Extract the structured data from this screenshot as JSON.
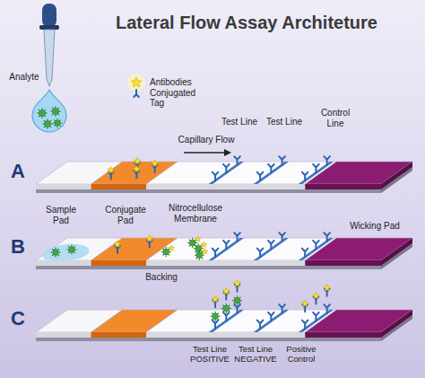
{
  "diagram": {
    "title": "Lateral Flow Assay Architeture",
    "labels": [
      "Analyte",
      "Antibodies Conjugated Tag",
      "Capillary Flow",
      "Test Line",
      "Test Line",
      "Control Line",
      "A",
      "Sample Pad",
      "Conjugate Pad",
      "Nitrocellulose Membrane",
      "Wicking Pad",
      "Backing",
      "B",
      "Test Line POSITIVE",
      "Test Line NEGATIVE",
      "Positive Control",
      "C"
    ]
  }
}
